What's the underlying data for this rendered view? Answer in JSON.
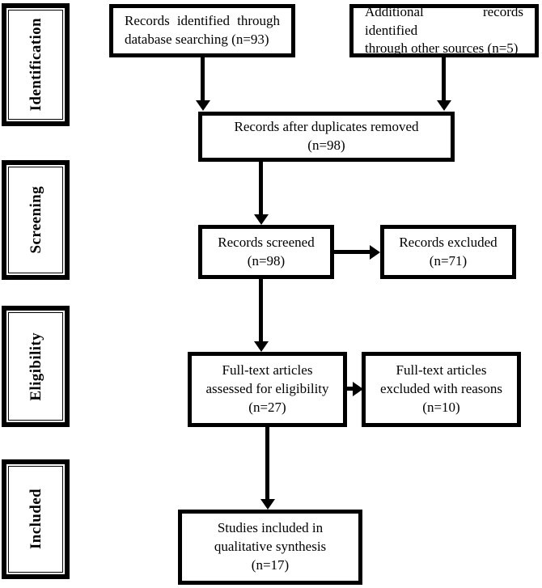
{
  "diagram": {
    "title": "PRISMA flow diagram",
    "type": "flowchart",
    "colors": {
      "border": "#000000",
      "background": "#ffffff",
      "text": "#000000"
    }
  },
  "stages": [
    {
      "id": "identification",
      "label": "Identification"
    },
    {
      "id": "screening",
      "label": "Screening"
    },
    {
      "id": "eligibility",
      "label": "Eligibility"
    },
    {
      "id": "included",
      "label": "Included"
    }
  ],
  "nodes": {
    "db_search": {
      "line1": "Records identified through",
      "line2": "database searching (n=93)",
      "count": 93
    },
    "other_sources": {
      "line1": "Additional records identified",
      "line2": "through other sources (n=5)",
      "count": 5
    },
    "duplicates_removed": {
      "line1": "Records after duplicates removed",
      "line2": "(n=98)",
      "count": 98
    },
    "records_screened": {
      "line1": "Records screened",
      "line2": "(n=98)",
      "count": 98
    },
    "records_excluded": {
      "line1": "Records excluded",
      "line2": "(n=71)",
      "count": 71
    },
    "fulltext_assessed": {
      "line1": "Full-text articles",
      "line2": "assessed for eligibility",
      "line3": "(n=27)",
      "count": 27
    },
    "fulltext_excluded": {
      "line1": "Full-text articles",
      "line2": "excluded with reasons",
      "line3": "(n=10)",
      "count": 10
    },
    "studies_included": {
      "line1": "Studies included in",
      "line2": "qualitative synthesis",
      "line3": "(n=17)",
      "count": 17
    }
  },
  "chart_data": {
    "type": "diagram",
    "title": "PRISMA flow diagram",
    "stages": [
      "Identification",
      "Screening",
      "Eligibility",
      "Included"
    ],
    "nodes": [
      {
        "id": "db_search",
        "stage": "Identification",
        "text": "Records identified through database searching (n=93)",
        "n": 93
      },
      {
        "id": "other_sources",
        "stage": "Identification",
        "text": "Additional records identified through other sources (n=5)",
        "n": 5
      },
      {
        "id": "duplicates_removed",
        "stage": "Identification",
        "text": "Records after duplicates removed (n=98)",
        "n": 98
      },
      {
        "id": "records_screened",
        "stage": "Screening",
        "text": "Records screened (n=98)",
        "n": 98
      },
      {
        "id": "records_excluded",
        "stage": "Screening",
        "text": "Records excluded (n=71)",
        "n": 71
      },
      {
        "id": "fulltext_assessed",
        "stage": "Eligibility",
        "text": "Full-text articles assessed for eligibility (n=27)",
        "n": 27
      },
      {
        "id": "fulltext_excluded",
        "stage": "Eligibility",
        "text": "Full-text articles excluded with reasons (n=10)",
        "n": 10
      },
      {
        "id": "studies_included",
        "stage": "Included",
        "text": "Studies included in qualitative synthesis (n=17)",
        "n": 17
      }
    ],
    "edges": [
      {
        "from": "db_search",
        "to": "duplicates_removed",
        "direction": "down"
      },
      {
        "from": "other_sources",
        "to": "duplicates_removed",
        "direction": "down"
      },
      {
        "from": "duplicates_removed",
        "to": "records_screened",
        "direction": "down"
      },
      {
        "from": "records_screened",
        "to": "records_excluded",
        "direction": "right"
      },
      {
        "from": "records_screened",
        "to": "fulltext_assessed",
        "direction": "down"
      },
      {
        "from": "fulltext_assessed",
        "to": "fulltext_excluded",
        "direction": "right"
      },
      {
        "from": "fulltext_assessed",
        "to": "studies_included",
        "direction": "down"
      }
    ]
  }
}
